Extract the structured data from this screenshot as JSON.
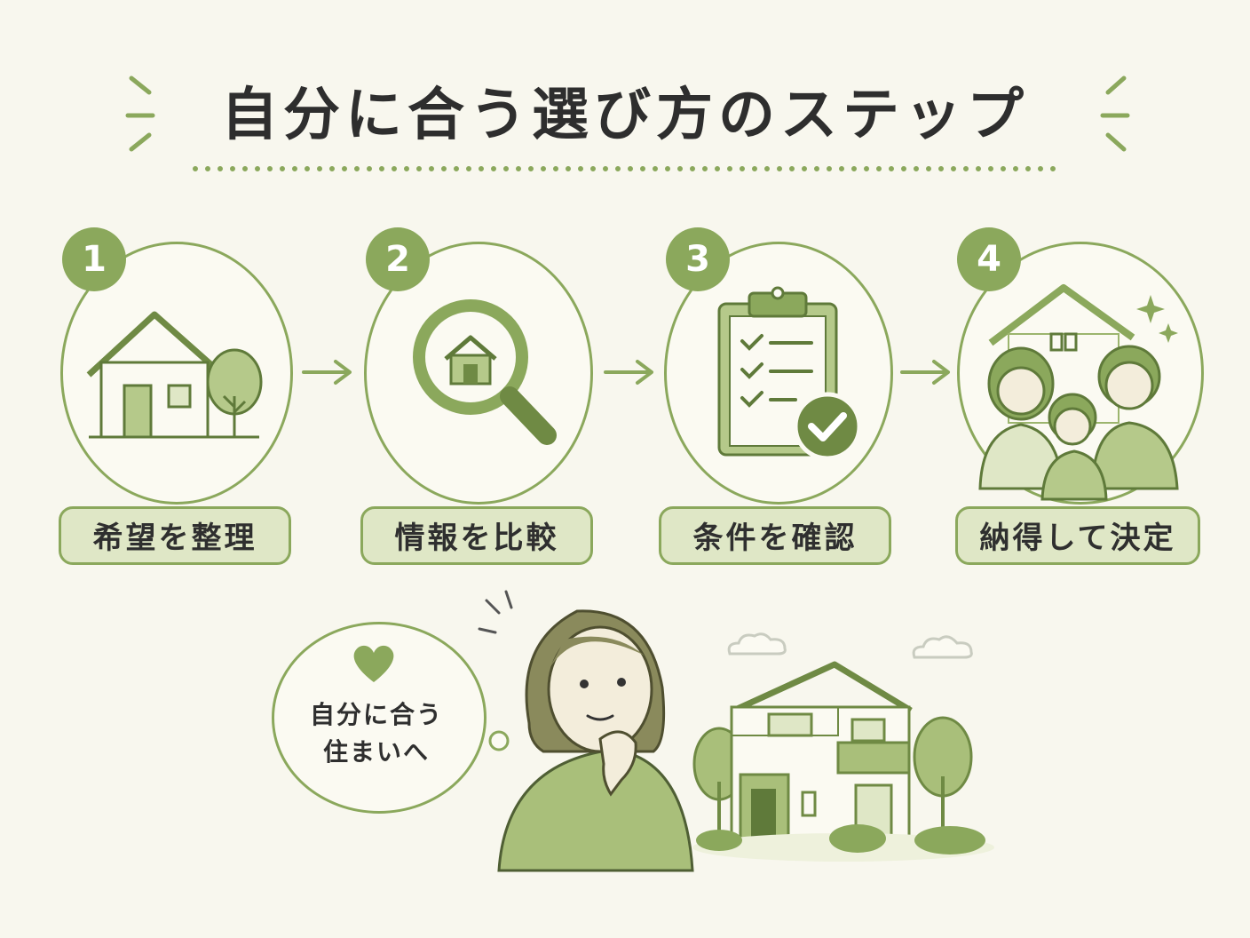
{
  "title": "自分に合う選び方のステップ",
  "colors": {
    "accent": "#8ba85c",
    "accent_light": "#dfe7c6",
    "dark_green": "#5f7a3a",
    "background": "#f8f7ee"
  },
  "steps": [
    {
      "number": "1",
      "label": "希望を整理",
      "icon": "house-with-tree-icon"
    },
    {
      "number": "2",
      "label": "情報を比較",
      "icon": "magnifier-house-icon"
    },
    {
      "number": "3",
      "label": "条件を確認",
      "icon": "clipboard-check-icon"
    },
    {
      "number": "4",
      "label": "納得して決定",
      "icon": "family-house-icon"
    }
  ],
  "bubble": {
    "line1": "自分に合う",
    "line2": "住まいへ",
    "icon": "heart-icon"
  }
}
